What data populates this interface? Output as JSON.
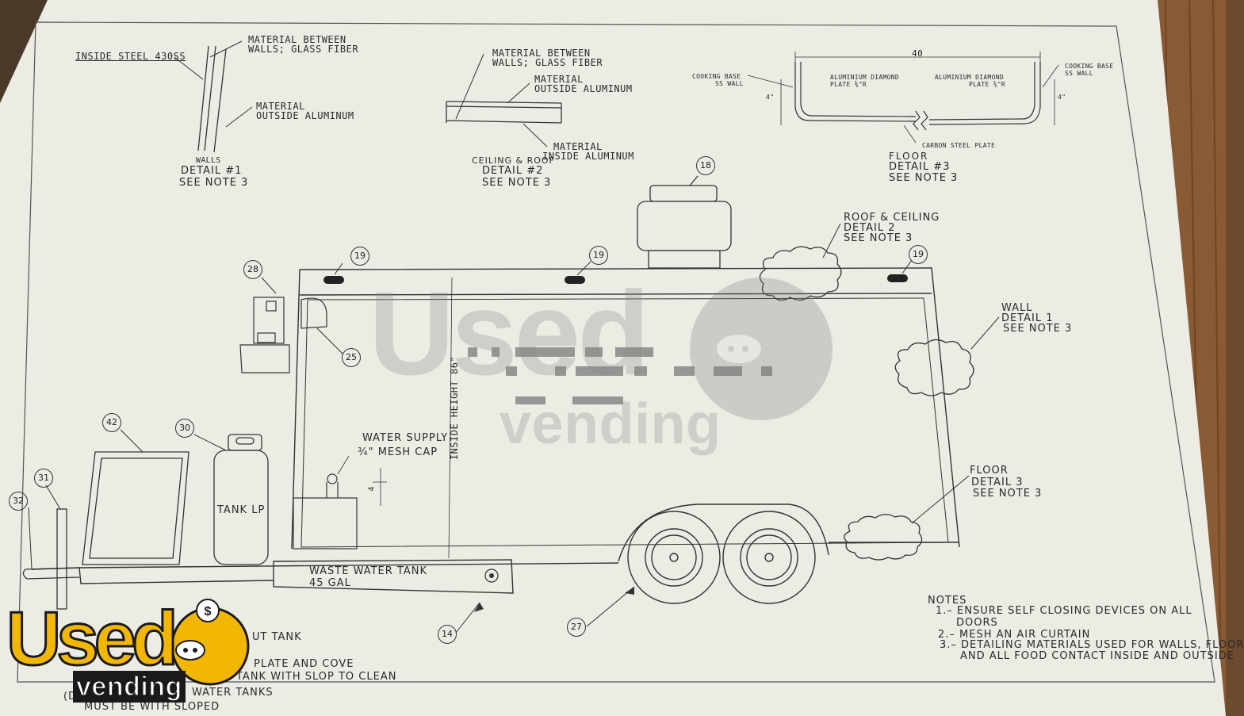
{
  "details": {
    "walls": {
      "inside": "INSIDE STEEL 430SS",
      "between": [
        "MATERIAL BETWEEN",
        "WALLS; GLASS FIBER"
      ],
      "outside": [
        "MATERIAL",
        "OUTSIDE ALUMINUM"
      ],
      "caption": [
        "WALLS",
        "DETAIL #1",
        "SEE NOTE 3"
      ]
    },
    "ceiling": {
      "between": [
        "MATERIAL BETWEEN",
        "WALLS; GLASS FIBER"
      ],
      "outside": [
        "MATERIAL",
        "OUTSIDE ALUMINUM"
      ],
      "inside": [
        "MATERIAL",
        "INSIDE ALUMINUM"
      ],
      "caption": [
        "CEILING & ROOF",
        "DETAIL #2",
        "SEE NOTE 3"
      ]
    },
    "floor": {
      "width": "40",
      "height_left": "4\"",
      "height_right": "4\"",
      "cooking_left": [
        "COOKING BASE",
        "SS WALL"
      ],
      "cooking_right": [
        "COOKING BASE",
        "SS WALL"
      ],
      "plate_left": [
        "ALUMINIUM DIAMOND",
        "PLATE ⅜\"R"
      ],
      "plate_right": [
        "ALUMINIUM DIAMOND",
        "PLATE ⅜\"R"
      ],
      "carbon": "CARBON STEEL PLATE",
      "caption": [
        "FLOOR",
        "DETAIL #3",
        "SEE NOTE 3"
      ]
    }
  },
  "callouts": {
    "roof_ceiling": [
      "ROOF & CEILING",
      "DETAIL 2",
      "SEE NOTE 3"
    ],
    "wall": [
      "WALL",
      "DETAIL 1",
      "SEE NOTE 3"
    ],
    "floor": [
      "FLOOR",
      "DETAIL 3",
      "SEE NOTE 3"
    ],
    "water_supply": [
      "WATER SUPPLY",
      "¾\" MESH CAP"
    ],
    "inside_height": "INSIDE HEIGHT 86\"",
    "dim_4": "4",
    "tank_lp": "TANK LP",
    "waste_tank": [
      "WASTE WATER TANK",
      "45 GAL"
    ]
  },
  "bubbles": [
    "18",
    "19",
    "19",
    "19",
    "28",
    "25",
    "42",
    "30",
    "31",
    "32",
    "14",
    "27"
  ],
  "notes": {
    "title": "NOTES",
    "items": [
      "1.– ENSURE SELF CLOSING DEVICES ON ALL",
      "DOORS",
      "2.– MESH AN AIR CURTAIN",
      "3.– DETAILING MATERIALS USED FOR WALLS, FLOOR",
      "AND ALL FOOD CONTACT INSIDE AND OUTSIDE"
    ]
  },
  "partial_text": [
    "UT TANK",
    "PLATE AND COVE",
    "TANK WITH SLOP TO CLEAN",
    "WATER TANKS",
    "MUST BE WITH SLOPED",
    "(D"
  ],
  "watermark": {
    "line1": "Used",
    "line2": "vending"
  },
  "logo": {
    "line1": "Used",
    "line2": "vending",
    "color": "#f2b705"
  }
}
